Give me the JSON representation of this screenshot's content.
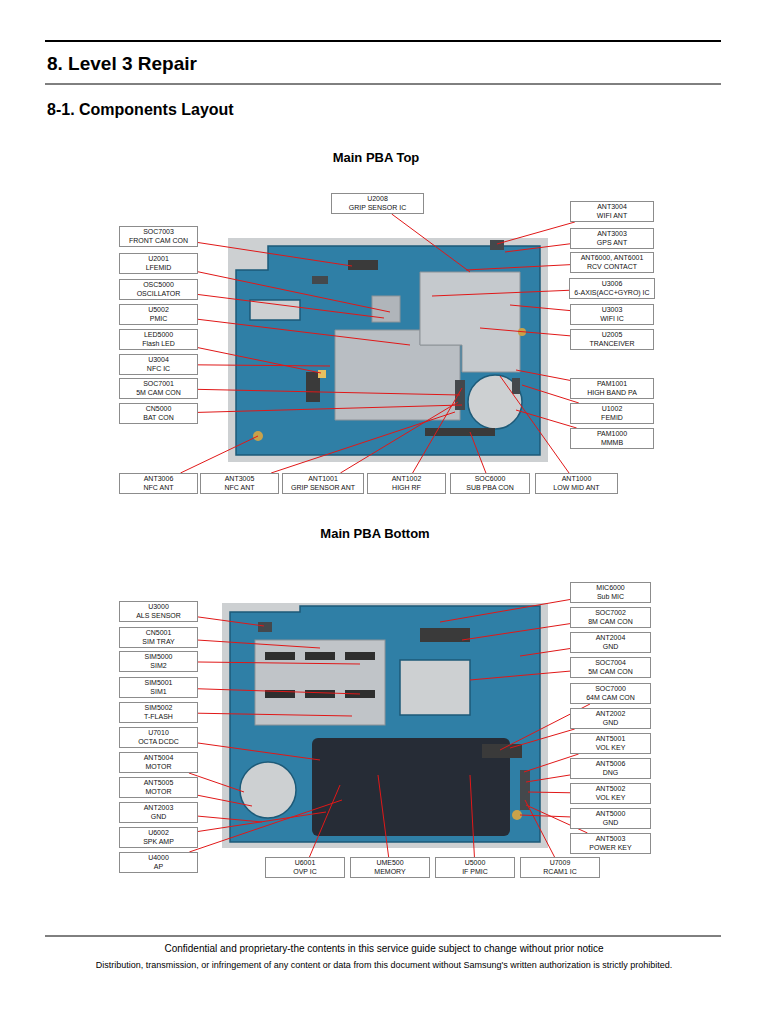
{
  "diagram": {
    "title": "8. Level 3 Repair",
    "nodes": [
      {
        "text": [
          "U2008",
          "GRIP SENSOR IC"
        ]
      },
      {
        "text": [
          "SOC7003",
          "FRONT CAM CON"
        ]
      },
      {
        "text": [
          "U2001",
          "LFEMID"
        ]
      },
      {
        "text": [
          "OSC5000",
          "OSCILLATOR"
        ]
      },
      {
        "text": [
          "U5002",
          "PMIC"
        ]
      },
      {
        "text": [
          "LED5000",
          "Flash LED"
        ]
      },
      {
        "text": [
          "U3004",
          "NFC IC"
        ]
      },
      {
        "text": [
          "SOC7001",
          "5M CAM CON"
        ]
      },
      {
        "text": [
          "CN5000",
          "BAT CON"
        ]
      },
      {
        "text": [
          "ANT3004",
          "WIFI ANT"
        ]
      },
      {
        "text": [
          "ANT3003",
          "GPS ANT"
        ]
      },
      {
        "text": [
          "ANT6000, ANT6001",
          "RCV CONTACT"
        ]
      },
      {
        "text": [
          "U3006",
          "6-AXIS(ACC+GYRO) IC"
        ]
      },
      {
        "text": [
          "U3003",
          "WIFI IC"
        ]
      },
      {
        "text": [
          "U2005",
          "TRANCEIVER"
        ]
      },
      {
        "text": [
          "PAM1001",
          "HIGH BAND PA"
        ]
      },
      {
        "text": [
          "U1002",
          "FEMID"
        ]
      },
      {
        "text": [
          "PAM1000",
          "MMMB"
        ]
      },
      {
        "text": [
          "ANT3006",
          "NFC ANT"
        ]
      },
      {
        "text": [
          "ANT3005",
          "NFC ANT"
        ]
      },
      {
        "text": [
          "ANT1001",
          "GRIP SENSOR ANT"
        ]
      },
      {
        "text": [
          "ANT1002",
          "HIGH RF"
        ]
      },
      {
        "text": [
          "SOC6000",
          "SUB PBA CON"
        ]
      },
      {
        "text": [
          "ANT1000",
          "LOW MID ANT"
        ]
      },
      {
        "text": [
          "U3000",
          "ALS SENSOR"
        ]
      },
      {
        "text": [
          "CN5001",
          "SIM TRAY"
        ]
      },
      {
        "text": [
          "SIM5000",
          "SIM2"
        ]
      },
      {
        "text": [
          "SIM5001",
          "SIM1"
        ]
      },
      {
        "text": [
          "SIM5002",
          "T-FLASH"
        ]
      },
      {
        "text": [
          "U7010",
          "OCTA DCDC"
        ]
      },
      {
        "text": [
          "ANT5004",
          "MOTOR"
        ]
      },
      {
        "text": [
          "ANT5005",
          "MOTOR"
        ]
      },
      {
        "text": [
          "ANT2003",
          "GND"
        ]
      },
      {
        "text": [
          "U6002",
          "SPK AMP"
        ]
      },
      {
        "text": [
          "U4000",
          "AP"
        ]
      },
      {
        "text": [
          "MIC6000",
          "Sub MIC"
        ]
      },
      {
        "text": [
          "SOC7002",
          "8M CAM CON"
        ]
      },
      {
        "text": [
          "ANT2004",
          "GND"
        ]
      },
      {
        "text": [
          "SOC7004",
          "5M CAM CON"
        ]
      },
      {
        "text": [
          "SOC7000",
          "64M CAM CON"
        ]
      },
      {
        "text": [
          "ANT2002",
          "GND"
        ]
      },
      {
        "text": [
          "ANT5001",
          "VOL KEY"
        ]
      },
      {
        "text": [
          "ANT5006",
          "DNG"
        ]
      },
      {
        "text": [
          "ANT5002",
          "VOL KEY"
        ]
      },
      {
        "text": [
          "ANT5000",
          "GND"
        ]
      },
      {
        "text": [
          "ANT5003",
          "POWER KEY"
        ]
      },
      {
        "text": [
          "U6001",
          "OVP IC"
        ]
      },
      {
        "text": [
          "UME500",
          "MEMORY"
        ]
      },
      {
        "text": [
          "U5000",
          "IF PMIC"
        ]
      },
      {
        "text": [
          "U7009",
          "RCAM1 IC"
        ]
      }
    ],
    "labels": [
      "8-1. Components Layout",
      "Main PBA Top",
      "Main PBA Bottom",
      "Confidential and proprietary-the contents in this service guide subject to change without prior notice",
      "Distribution, transmission, or infringement of any content or data from this document without Samsung's written authorization is strictly prohibited."
    ]
  }
}
